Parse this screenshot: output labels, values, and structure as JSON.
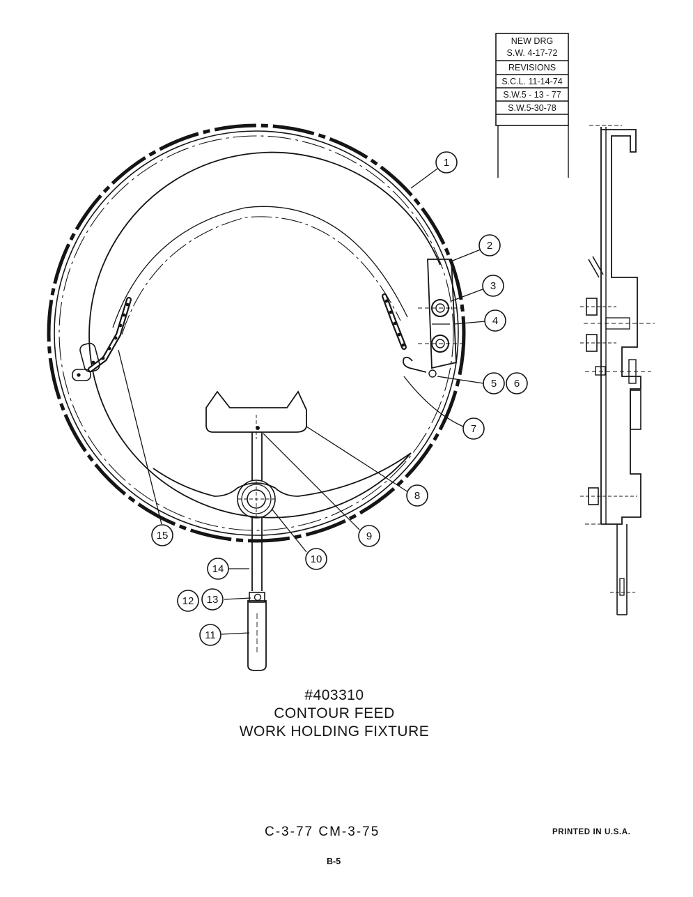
{
  "revision_block": {
    "rows": [
      "NEW DRG",
      "S.W. 4-17-72",
      "REVISIONS",
      "S.C.L. 11-14-74",
      "S.W.5 - 13 - 77",
      "S.W.5-30-78"
    ]
  },
  "callouts": [
    "1",
    "2",
    "3",
    "4",
    "5",
    "6",
    "7",
    "8",
    "9",
    "10",
    "11",
    "12",
    "13",
    "14",
    "15"
  ],
  "title": {
    "part_number": "#403310",
    "line1": "CONTOUR FEED",
    "line2": "WORK HOLDING FIXTURE"
  },
  "footer": {
    "codes": "C-3-77 CM-3-75",
    "printed": "PRINTED IN U.S.A.",
    "page": "B-5"
  }
}
